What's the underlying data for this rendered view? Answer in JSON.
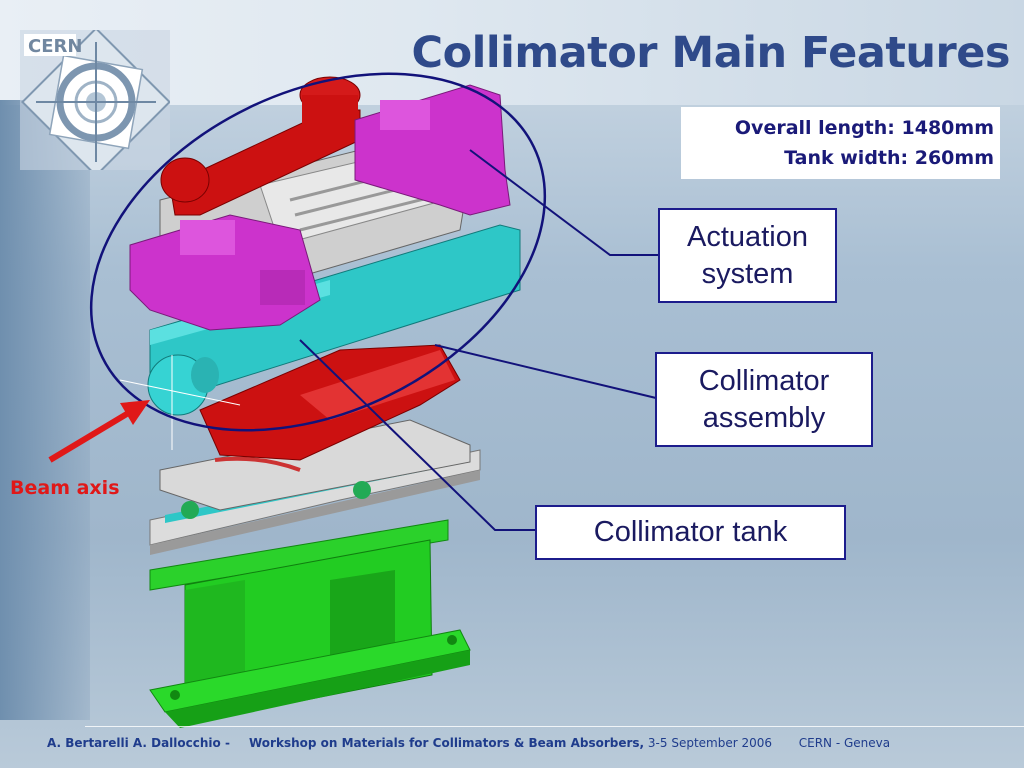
{
  "logo": {
    "text": "CERN"
  },
  "title": "Collimator Main Features",
  "dimensions": {
    "line1": "Overall length: 1480mm",
    "line2": "Tank width: 260mm"
  },
  "callouts": {
    "actuation": {
      "line1": "Actuation",
      "line2": "system"
    },
    "assembly": {
      "line1": "Collimator",
      "line2": "assembly"
    },
    "tank": {
      "line1": "Collimator tank"
    }
  },
  "beam_axis": "Beam axis",
  "footer": {
    "authors": "A. Bertarelli     A. Dallocchio     -",
    "workshop": "Workshop on Materials for Collimators & Beam Absorbers,",
    "dates": " 3-5 September 2006",
    "place": "CERN - Geneva"
  },
  "colors": {
    "title": "#2f4a8a",
    "callout_border": "#1c1c8c",
    "beam": "#e01818",
    "support": "#22cc22",
    "tank": "#2ec7c7",
    "actuator": "#cc33cc",
    "jaw": "#cc1111"
  }
}
